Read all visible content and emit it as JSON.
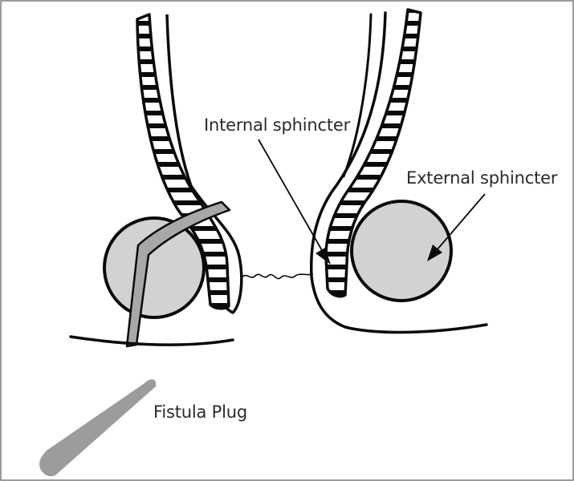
{
  "labels": {
    "internal_sphincter": "Internal sphincter",
    "external_sphincter": "External sphincter",
    "fistula_plug": "Fistula Plug"
  },
  "colors": {
    "outline": "#0a0a0a",
    "sphincter_fill": "#d2d2d2",
    "plug_fill": "#9c9c9c",
    "tract_fill": "#a8a8a8",
    "background": "#ffffff"
  }
}
